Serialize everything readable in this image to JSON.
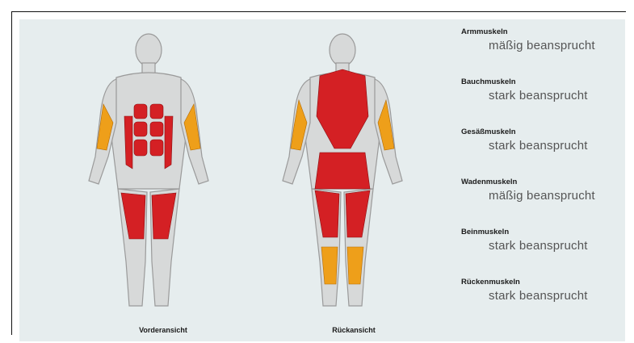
{
  "views": {
    "front_label": "Vorderansicht",
    "back_label": "Rückansicht"
  },
  "colors": {
    "strong": "#d42024",
    "moderate": "#ee9f1a",
    "body": "#d7d9d9",
    "outline": "#9a9a9a",
    "background": "#e6edee"
  },
  "muscles": [
    {
      "name": "Armmuskeln",
      "level": "mäßig beansprucht"
    },
    {
      "name": "Bauchmuskeln",
      "level": "stark beansprucht"
    },
    {
      "name": "Gesäßmuskeln",
      "level": "stark beansprucht"
    },
    {
      "name": "Wadenmuskeln",
      "level": "mäßig beansprucht"
    },
    {
      "name": "Beinmuskeln",
      "level": "stark beansprucht"
    },
    {
      "name": "Rückenmuskeln",
      "level": "stark beansprucht"
    }
  ]
}
